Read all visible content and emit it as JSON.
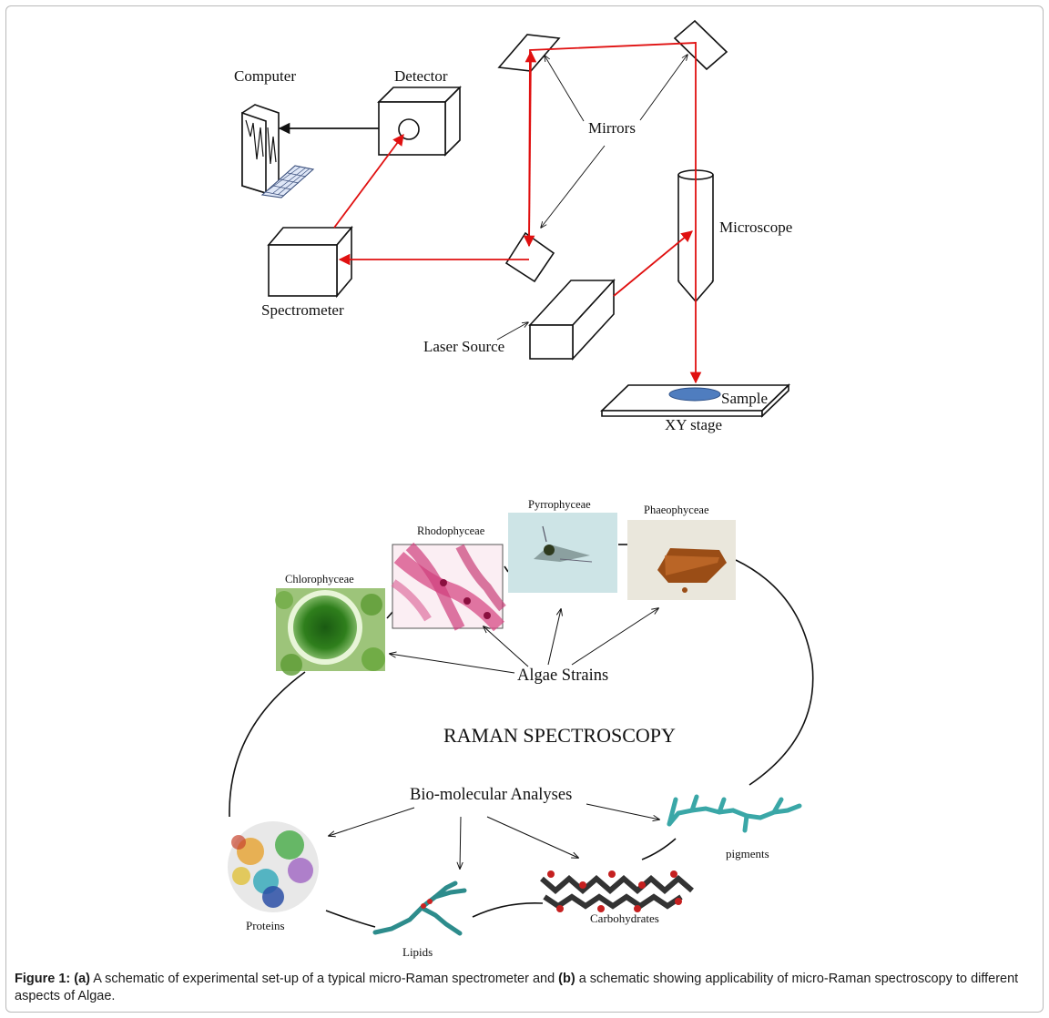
{
  "panel_a": {
    "labels": {
      "computer": "Computer",
      "detector": "Detector",
      "mirrors": "Mirrors",
      "microscope": "Microscope",
      "spectrometer": "Spectrometer",
      "laser_source": "Laser Source",
      "sample": "Sample",
      "xy_stage": "XY stage"
    },
    "colors": {
      "beam": "#e01010",
      "sample": "#4f7dbf",
      "outline": "#111111"
    }
  },
  "panel_b": {
    "algae_strains": {
      "chlorophyceae": "Chlorophyceae",
      "rhodophyceae": "Rhodophyceae",
      "pyrrophyceae": "Pyrrophyceae",
      "phaeophyceae": "Phaeophyceae"
    },
    "hub_label": "Algae Strains",
    "center_title": "RAMAN SPECTROSCOPY",
    "analysis_label": "Bio-molecular Analyses",
    "molecules": {
      "proteins": "Proteins",
      "lipids": "Lipids",
      "carbohydrates": "Carbohydrates",
      "pigments": "pigments"
    }
  },
  "caption": {
    "figure_label": "Figure 1:",
    "part_a": "(a)",
    "text_a": " A schematic of experimental set-up of a typical micro-Raman spectrometer and ",
    "part_b": "(b)",
    "text_b": " a schematic showing applicability of micro-Raman spectroscopy to different aspects of Algae."
  }
}
